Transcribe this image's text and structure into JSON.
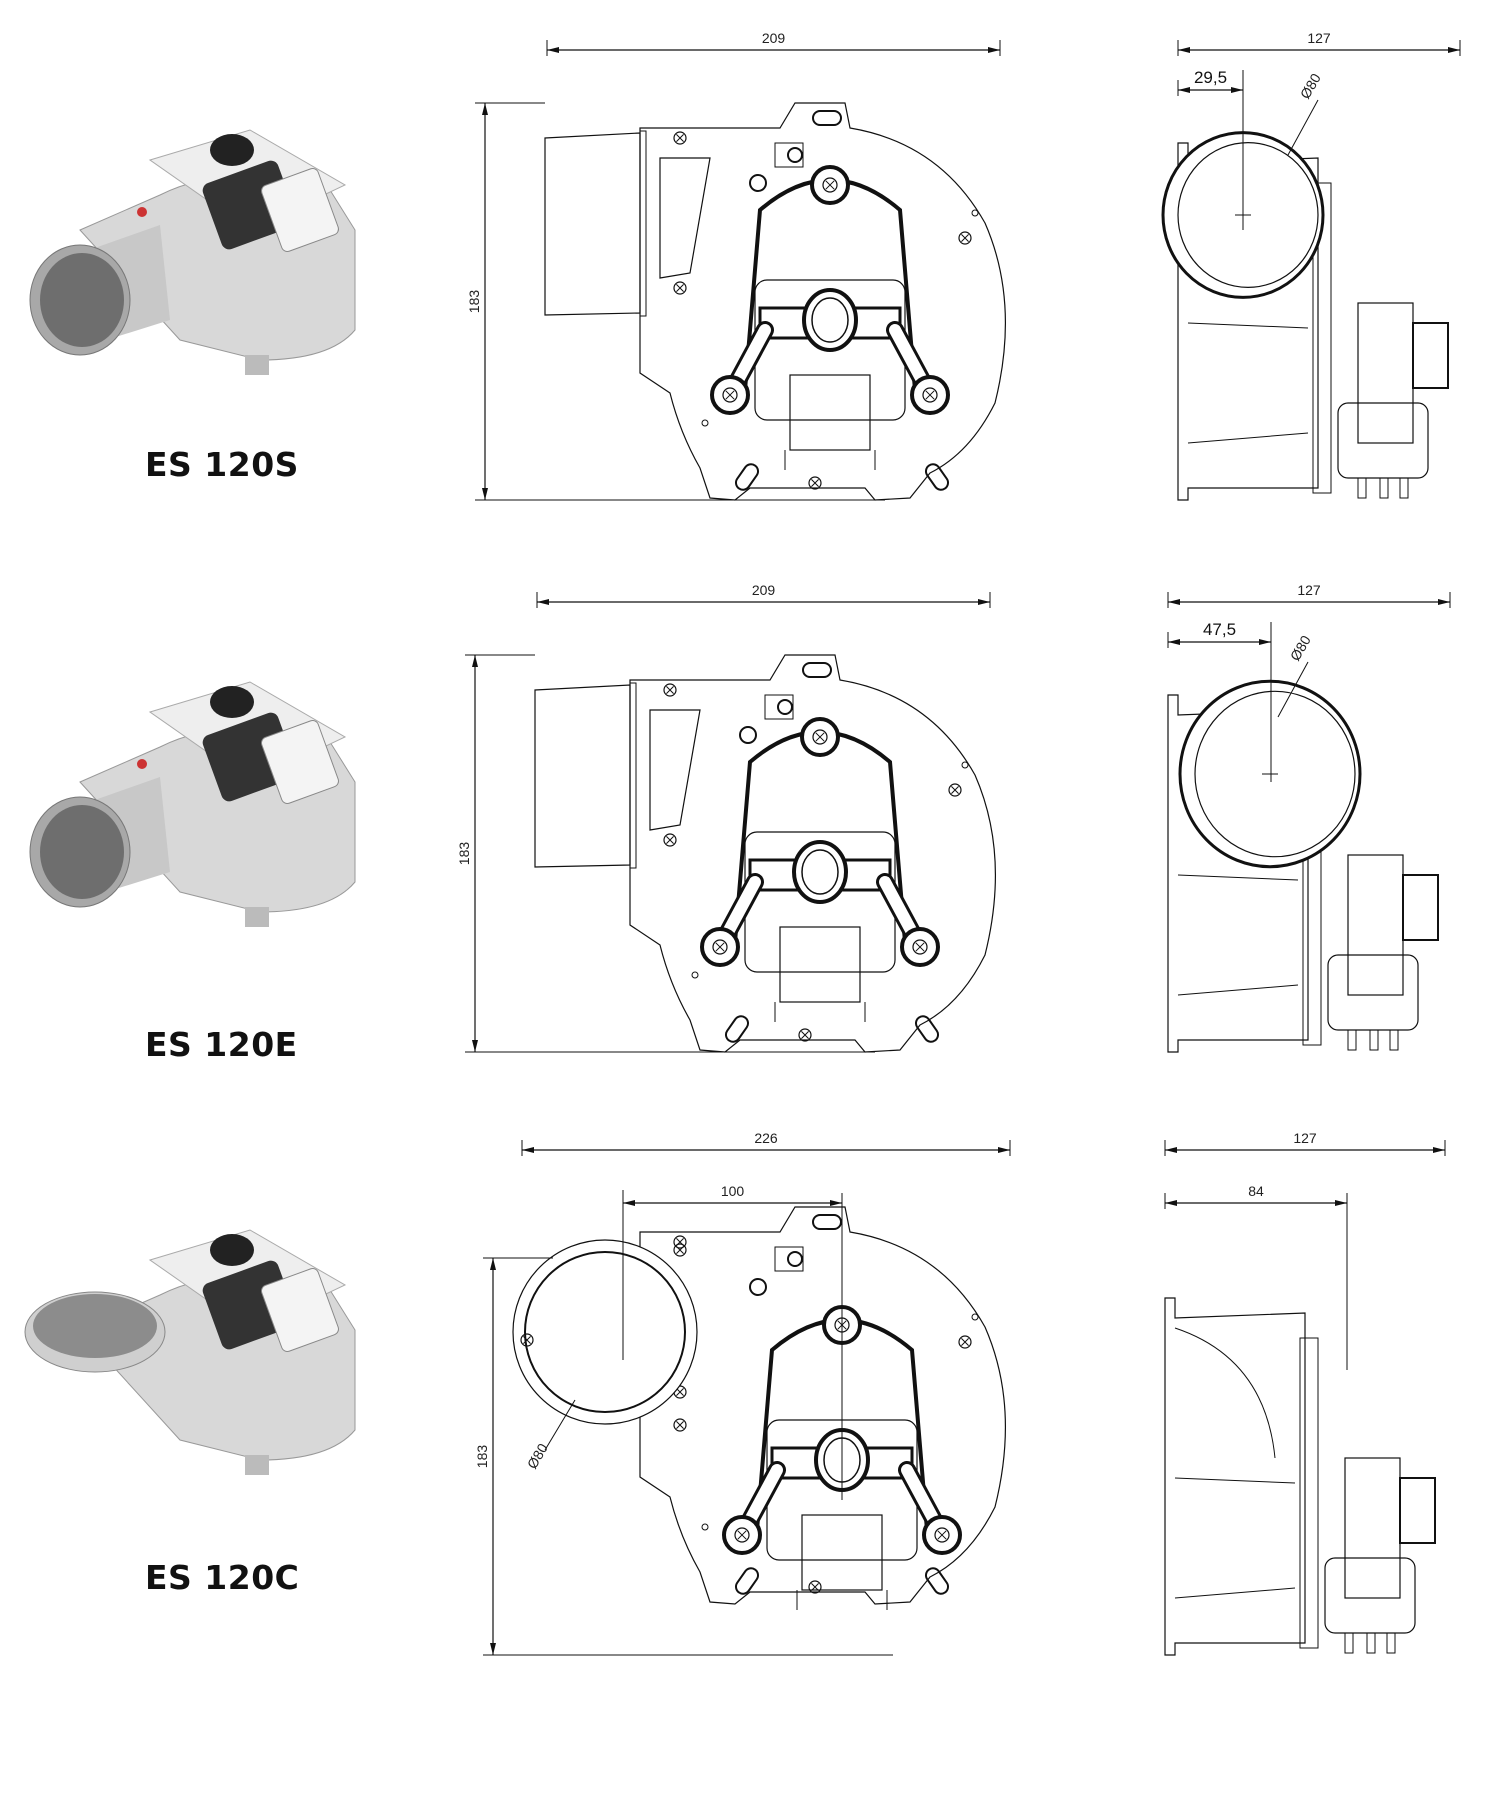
{
  "models": [
    {
      "name": "ES 120S",
      "outlet": "side",
      "front": {
        "width": "209",
        "height": "183"
      },
      "side": {
        "depth": "127",
        "offset": "29,5",
        "diameter": "Ø80"
      }
    },
    {
      "name": "ES 120E",
      "outlet": "side",
      "front": {
        "width": "209",
        "height": "183"
      },
      "side": {
        "depth": "127",
        "offset": "47,5",
        "diameter": "Ø80"
      }
    },
    {
      "name": "ES 120C",
      "outlet": "front",
      "front": {
        "width": "226",
        "inner": "100",
        "height": "183",
        "diameter": "Ø80"
      },
      "side": {
        "depth": "127",
        "offset": "84"
      }
    }
  ]
}
